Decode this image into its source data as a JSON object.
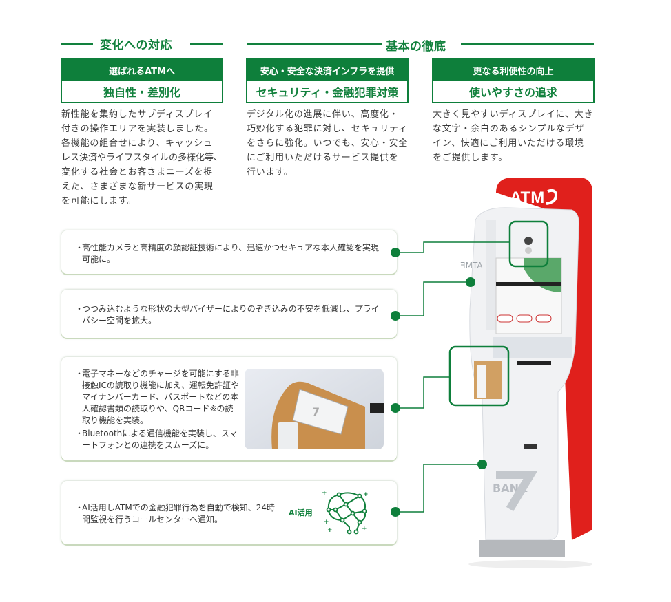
{
  "sections": [
    {
      "title": "変化への対応"
    },
    {
      "title": "基本の徹底"
    }
  ],
  "cards": [
    {
      "header": "選ばれるATMへ",
      "subtitle": "独自性・差別化",
      "body": [
        "新性能を集約したサブディスプレイ",
        "付きの操作エリアを実装しました。",
        "各機能の組合せにより、キャッシュ",
        "レス決済やライフスタイルの多様化等、",
        "変化する社会とお客さまニーズを捉",
        "えた、さまざまな新サービスの実現",
        "を可能にします。"
      ]
    },
    {
      "header": "安心・安全な決済インフラを提供",
      "subtitle": "セキュリティ・金融犯罪対策",
      "body": [
        "デジタル化の進展に伴い、高度化・",
        "巧妙化する犯罪に対し、セキュリティ",
        "をさらに強化。いつでも、安心・安全",
        "にご利用いただけるサービス提供を",
        "行います。"
      ]
    },
    {
      "header": "更なる利便性の向上",
      "subtitle": "使いやすさの追求",
      "body": [
        "大きく見やすいディスプレイに、大き",
        "な文字・余白のあるシンプルなデザ",
        "イン、快適にご利用いただける環境",
        "をご提供します。"
      ]
    }
  ],
  "callouts": [
    {
      "items": [
        "高性能カメラと高精度の顔認証技術により、迅速かつセキュアな本人確認を実現可能に。"
      ]
    },
    {
      "items": [
        "つつみ込むような形状の大型バイザーによりのぞき込みの不安を低減し、プライバシー空間を拡大。"
      ]
    },
    {
      "items": [
        "電子マネーなどのチャージを可能にする非接触ICの読取り機能に加え、運転免許証やマイナンバーカード、パスポートなどの本人確認書類の読取りや、QRコード※の読取り機能を実装。",
        "Bluetoothによる通信機能を実装し、スマートフォンとの連携をスムーズに。"
      ]
    },
    {
      "items": [
        "AI活用しATMでの金融犯罪行為を自動で検知、24時間監視を行うコールセンターへ通知。"
      ],
      "badge": "AI活用"
    }
  ],
  "atm": {
    "sign": "ATM",
    "side_logo": "ƎMTA",
    "front_logo": "BANK"
  },
  "colors": {
    "green": "#0e7f3b",
    "red": "#e0201c"
  }
}
